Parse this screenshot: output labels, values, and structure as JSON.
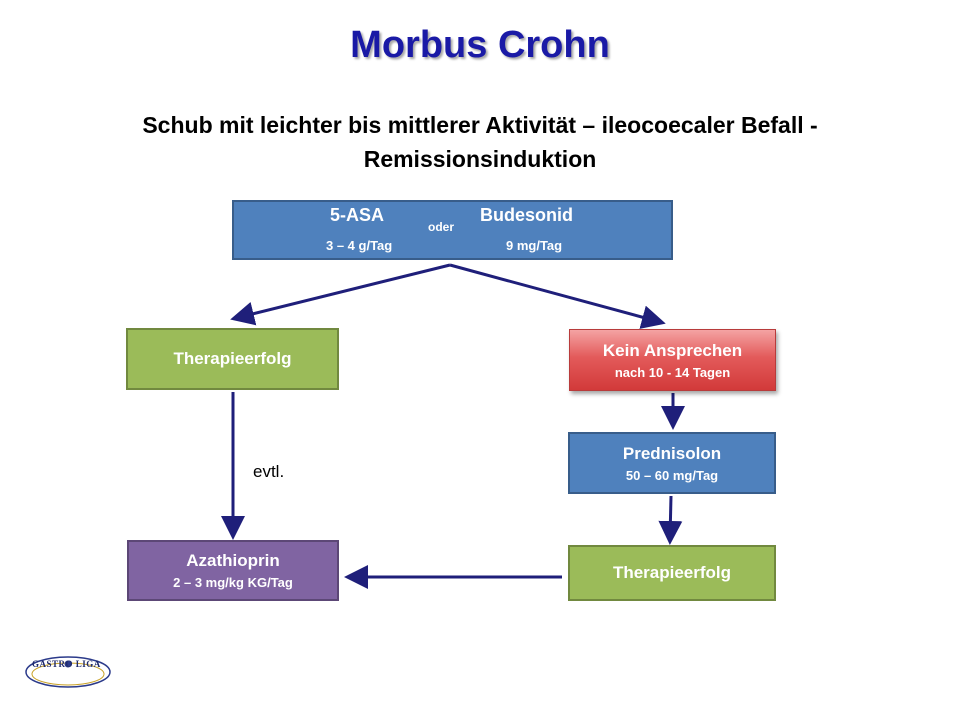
{
  "title": "Morbus Crohn",
  "subtitle": "Schub mit leichter bis mittlerer Aktivität – ileocoecaler Befall - Remissionsinduktion",
  "start": {
    "left_drug": "5-ASA",
    "left_dose": "3 – 4 g/Tag",
    "connector": "oder",
    "right_drug": "Budesonid",
    "right_dose": "9 mg/Tag"
  },
  "left_success": {
    "label": "Therapieerfolg"
  },
  "no_response": {
    "label": "Kein Ansprechen",
    "detail": "nach 10 - 14 Tagen"
  },
  "prednisolon": {
    "label": "Prednisolon",
    "detail": "50 – 60 mg/Tag"
  },
  "right_success": {
    "label": "Therapieerfolg"
  },
  "azathioprin": {
    "label": "Azathioprin",
    "detail": "2 – 3 mg/kg KG/Tag"
  },
  "edge_label": "evtl.",
  "logo": {
    "text": "GASTRO LIGA",
    "icon": "gastroliga-logo"
  },
  "colors": {
    "title": "#1a1aa6",
    "blue_box": "#4f81bd",
    "green_box": "#9bbb59",
    "purple_box": "#8064a2",
    "red_box": "#d23a3a",
    "arrow": "#1f1f7a"
  }
}
